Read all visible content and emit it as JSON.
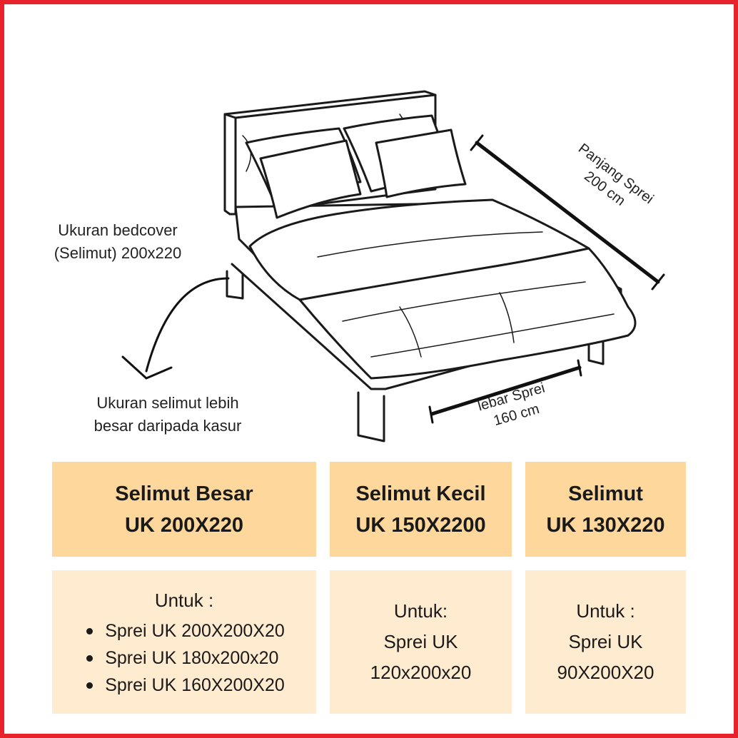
{
  "notes": {
    "bedcover": {
      "line1": "Ukuran bedcover",
      "line2": "(Selimut) 200x220"
    },
    "bigger": {
      "line1": "Ukuran selimut lebih",
      "line2": "besar daripada kasur"
    }
  },
  "dimensions": {
    "length": {
      "line1": "Panjang Sprei",
      "line2": "200 cm"
    },
    "width": {
      "line1": "lebar Sprei",
      "line2": "160 cm"
    }
  },
  "cards": [
    {
      "title": "Selimut Besar",
      "size": "UK 200X220",
      "for_label": "Untuk :",
      "items": [
        "Sprei UK 200X200X20",
        "Sprei UK 180x200x20",
        "Sprei UK 160X200X20"
      ]
    },
    {
      "title": "Selimut Kecil",
      "size": "UK 150X2200",
      "for_label": "Untuk:",
      "line2": "Sprei UK",
      "line3": "120x200x20"
    },
    {
      "title": "Selimut",
      "size": "UK 130X220",
      "for_label": "Untuk :",
      "line2": "Sprei UK",
      "line3": "90X200X20"
    }
  ],
  "colors": {
    "frame": "#e8222a",
    "header_card": "#fdd79c",
    "body_card": "#ffebcf"
  }
}
